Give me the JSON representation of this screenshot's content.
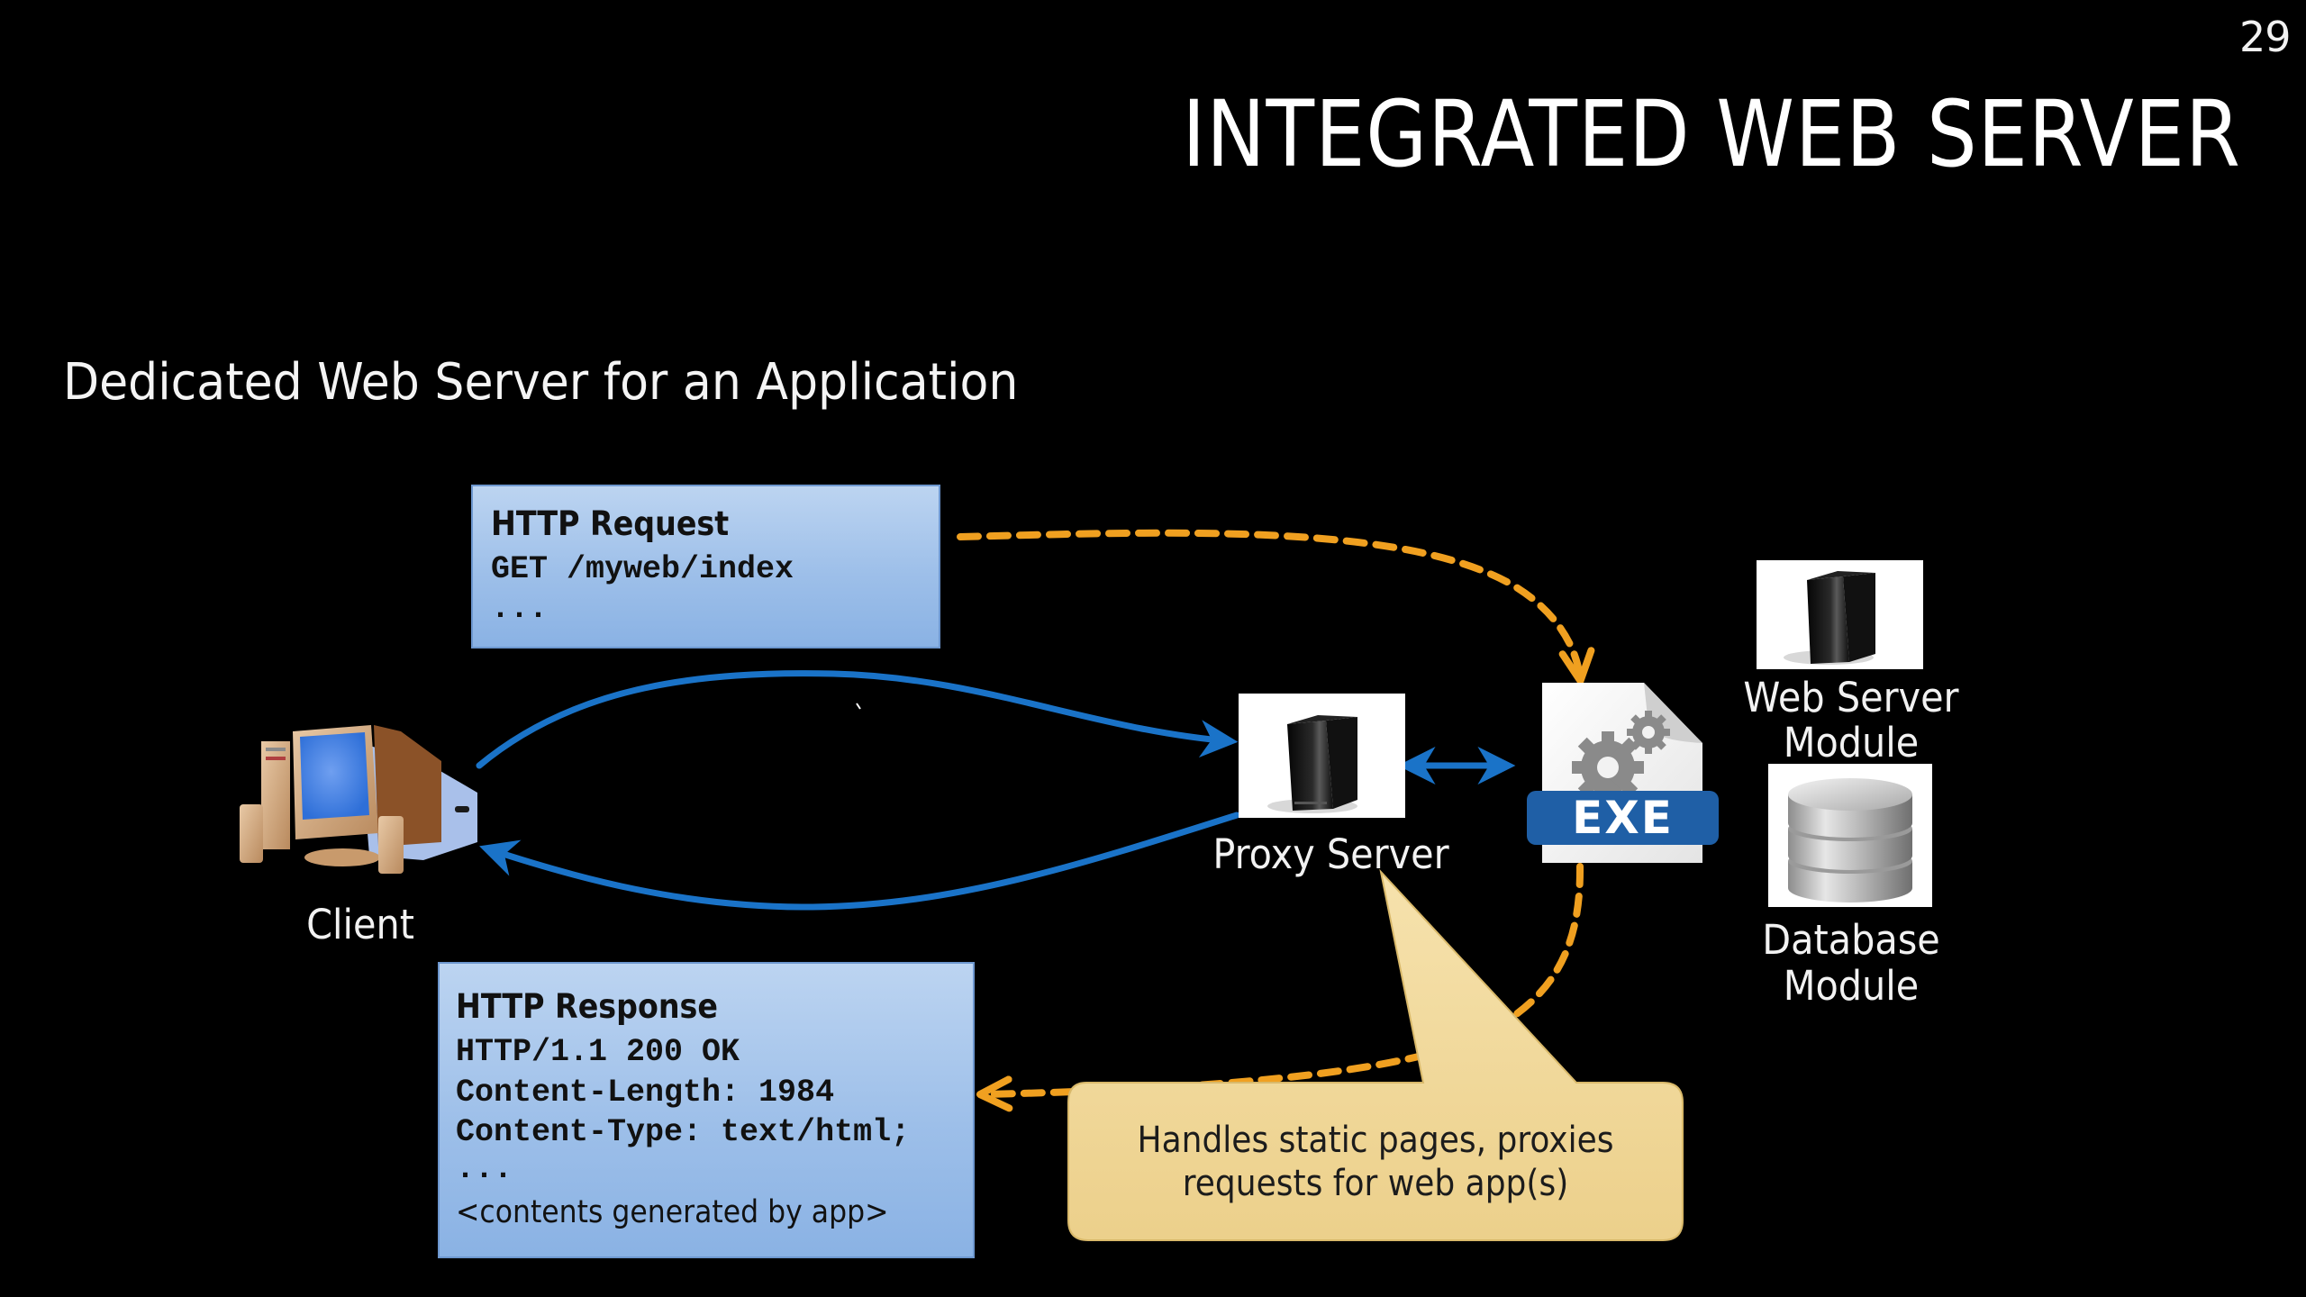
{
  "slide": {
    "number": "29",
    "title": "INTEGRATED WEB SERVER",
    "subtitle": "Dedicated Web Server for an Application"
  },
  "request_box": {
    "title": "HTTP Request",
    "lines": [
      "GET /myweb/index",
      "..."
    ]
  },
  "response_box": {
    "title": "HTTP Response",
    "mono_lines": [
      "HTTP/1.1 200 OK",
      "Content-Length: 1984",
      "Content-Type: text/html;",
      "..."
    ],
    "body_line": "<contents generated by app>"
  },
  "nodes": {
    "client": {
      "label": "Client",
      "icon": "desktop-computer-icon"
    },
    "proxy": {
      "label": "Proxy Server",
      "icon": "server-tower-icon"
    },
    "app": {
      "label": "EXE",
      "icon": "executable-file-icon"
    },
    "web_server_module": {
      "label_line1": "Web Server",
      "label_line2": "Module",
      "icon": "server-tower-icon"
    },
    "database_module": {
      "label_line1": "Database",
      "label_line2": "Module",
      "icon": "database-icon"
    }
  },
  "callout": {
    "line1": "Handles static pages, proxies",
    "line2": "requests for web app(s)"
  },
  "colors": {
    "background": "#000000",
    "flow_blue": "#1a73c8",
    "dashed_orange": "#f0a020",
    "message_box": "#a8c6ec",
    "callout_fill": "#f1d899",
    "exe_band": "#1f5fa6"
  }
}
